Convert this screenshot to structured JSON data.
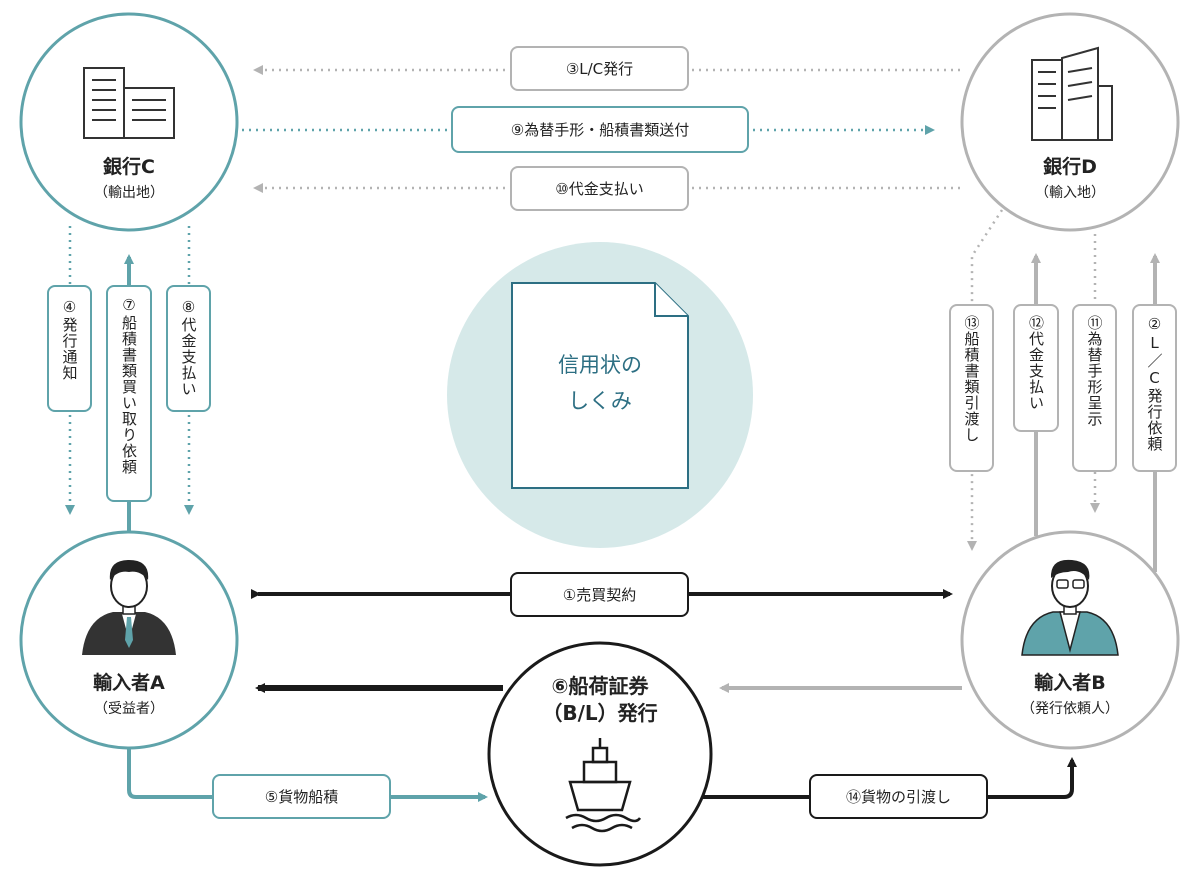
{
  "colors": {
    "teal": "#5fa3aa",
    "teal_dark": "#2d6f83",
    "gray": "#b3b3b3",
    "black": "#1a1a1a",
    "center_circle": "#d6e9e9",
    "text": "#222222"
  },
  "center": {
    "line1": "信用状の",
    "line2": "しくみ"
  },
  "nodes": {
    "bank_c": {
      "title": "銀行C",
      "sub": "（輸出地）"
    },
    "bank_d": {
      "title": "銀行D",
      "sub": "（輸入地）"
    },
    "party_a": {
      "title": "輸入者A",
      "sub": "（受益者）"
    },
    "party_b": {
      "title": "輸入者B",
      "sub": "（発行依頼人）"
    },
    "ship": {
      "line1": "⑥船荷証券",
      "line2": "（B/L）発行"
    }
  },
  "flows": {
    "f1": "①売買契約",
    "f2": "②L／C発行依頼",
    "f3": "③L/C発行",
    "f4": "④発行通知",
    "f5": "⑤貨物船積",
    "f7": "⑦船積書類買い取り依頼",
    "f8": "⑧代金支払い",
    "f9": "⑨為替手形・船積書類送付",
    "f10": "⑩代金支払い",
    "f11": "⑪為替手形呈示",
    "f12": "⑫代金支払い",
    "f13": "⑬船積書類引渡し",
    "f14": "⑭貨物の引渡し"
  },
  "icons": [
    "building-icon",
    "businessman-icon",
    "ship-icon",
    "document-icon"
  ]
}
